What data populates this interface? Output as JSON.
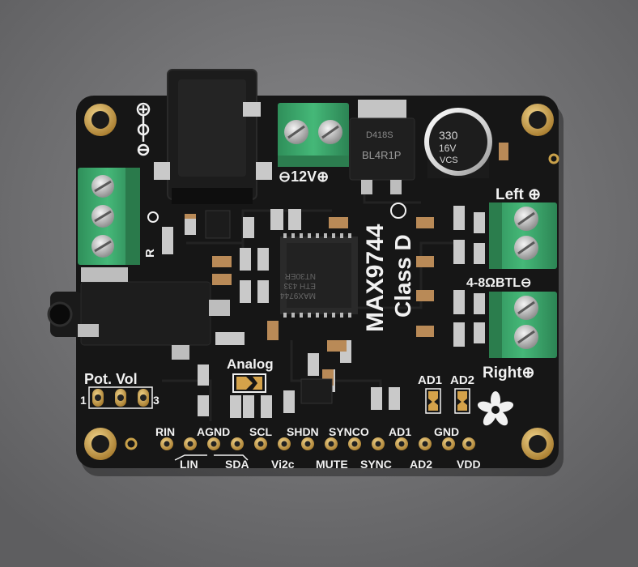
{
  "colors": {
    "background": "#6f6f71",
    "pcb": "#161616",
    "silkscreen": "#f1f1f1",
    "terminal_green": "#3aa56a",
    "gold": "#c9a14a"
  },
  "silkscreen": {
    "power_label": "⊖12V⊕",
    "left_label": "Left ⊕",
    "right_label": "Right⊕",
    "ohm_label": "4-8ΩBTL⊖",
    "chip_brand": "MAX9744",
    "chip_subtitle": "Class D",
    "analog_label": "Analog",
    "pot_label": "Pot. Vol",
    "pot_pin_1": "1",
    "pot_pin_3": "3",
    "r_label": "R",
    "ad1_label": "AD1",
    "ad2_label": "AD2",
    "pins_top": [
      "RIN",
      "AGND",
      "SCL",
      "SHDN",
      "SYNCO",
      "AD1",
      "GND"
    ],
    "pins_bottom": [
      "LIN",
      "SDA",
      "Vi2c",
      "MUTE",
      "SYNC",
      "AD2",
      "VDD"
    ]
  },
  "components": {
    "capacitor_text": [
      "330",
      "16V",
      "VCS"
    ],
    "regulator_text": [
      "D418S",
      "BL4R1P"
    ],
    "ic_text": [
      "MAX9744",
      "ETH 433",
      "NT30ER"
    ]
  }
}
